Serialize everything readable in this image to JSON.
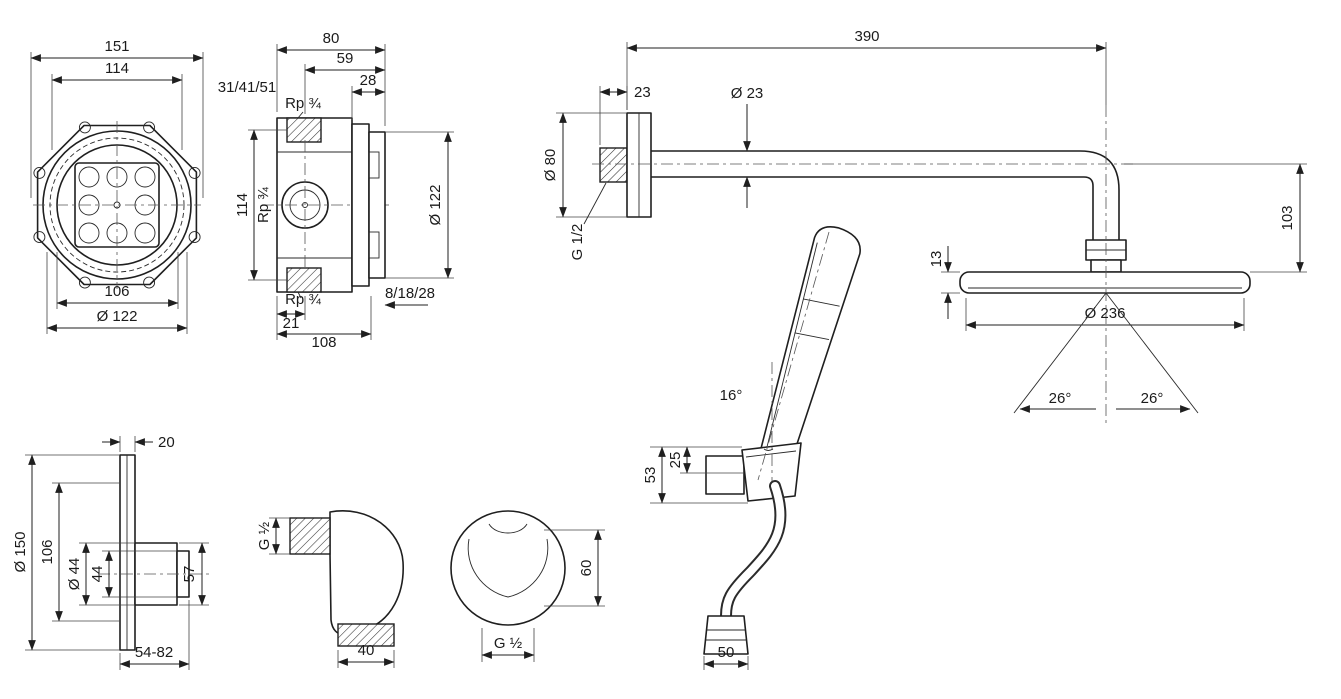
{
  "drawing": {
    "bg": "#ffffff",
    "ink": "#1f1f1f",
    "labels": {
      "ibox_front": {
        "w151": "151",
        "w114": "114",
        "w106": "106",
        "d122": "Ø 122"
      },
      "ibox_side": {
        "d80": "80",
        "d59": "59",
        "d28": "28",
        "depths": "31/41/51",
        "rp_top": "Rp ¾",
        "h114": "114",
        "rp_left": "Rp ¾",
        "rp_bottom": "Rp ¾",
        "w21": "21",
        "w108": "108",
        "tile_range": "8/18/28",
        "d122": "Ø 122"
      },
      "arm": {
        "l390": "390",
        "l23": "23",
        "d23": "Ø 23",
        "d80": "Ø 80",
        "g12": "G 1/2",
        "h103": "103",
        "t13": "13",
        "d236": "Ø 236",
        "a26_left": "26°",
        "a26_right": "26°"
      },
      "handshower": {
        "a16": "16°",
        "h53": "53",
        "h25": "25",
        "w50": "50"
      },
      "thermostat": {
        "t20": "20",
        "d150": "Ø 150",
        "h106": "106",
        "d44": "Ø 44",
        "h44": "44",
        "h57": "57",
        "range": "54-82"
      },
      "elbow_side": {
        "g12": "G ½",
        "w40": "40"
      },
      "elbow_front": {
        "h60": "60",
        "g12": "G ½"
      }
    }
  }
}
